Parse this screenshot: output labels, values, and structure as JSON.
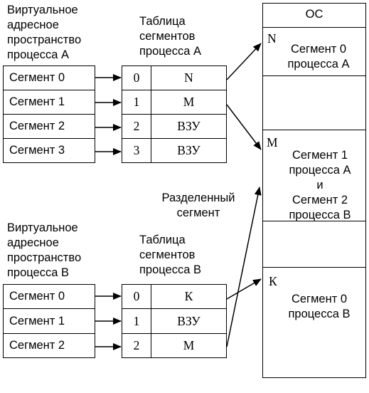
{
  "proc_a": {
    "virtual_label": "Виртуальное\nадресное\nпространство\nпроцесса А",
    "table_label": "Таблица\nсегментов\nпроцесса А",
    "segments": [
      "Сегмент 0",
      "Сегмент 1",
      "Сегмент 2",
      "Сегмент 3"
    ],
    "table_rows": [
      {
        "index": "0",
        "value": "N"
      },
      {
        "index": "1",
        "value": "М"
      },
      {
        "index": "2",
        "value": "ВЗУ"
      },
      {
        "index": "3",
        "value": "ВЗУ"
      }
    ]
  },
  "proc_b": {
    "virtual_label": "Виртуальное\nадресное\nпространство\nпроцесса В",
    "table_label": "Таблица\nсегментов\nпроцесса В",
    "segments": [
      "Сегмент 0",
      "Сегмент 1",
      "Сегмент 2"
    ],
    "table_rows": [
      {
        "index": "0",
        "value": "К"
      },
      {
        "index": "1",
        "value": "ВЗУ"
      },
      {
        "index": "2",
        "value": "М"
      }
    ]
  },
  "shared_label": "Разделенный\nсегмент",
  "memory": {
    "header": "ОС",
    "blocks": [
      {
        "marker": "N",
        "text": "Сегмент 0\nпроцесса А"
      },
      {
        "marker": "М",
        "text": "Сегмент 1\nпроцесса А\nи\nСегмент 2\nпроцесса В"
      },
      {
        "marker": "К",
        "text": "Сегмент 0\nпроцесса В"
      }
    ]
  }
}
